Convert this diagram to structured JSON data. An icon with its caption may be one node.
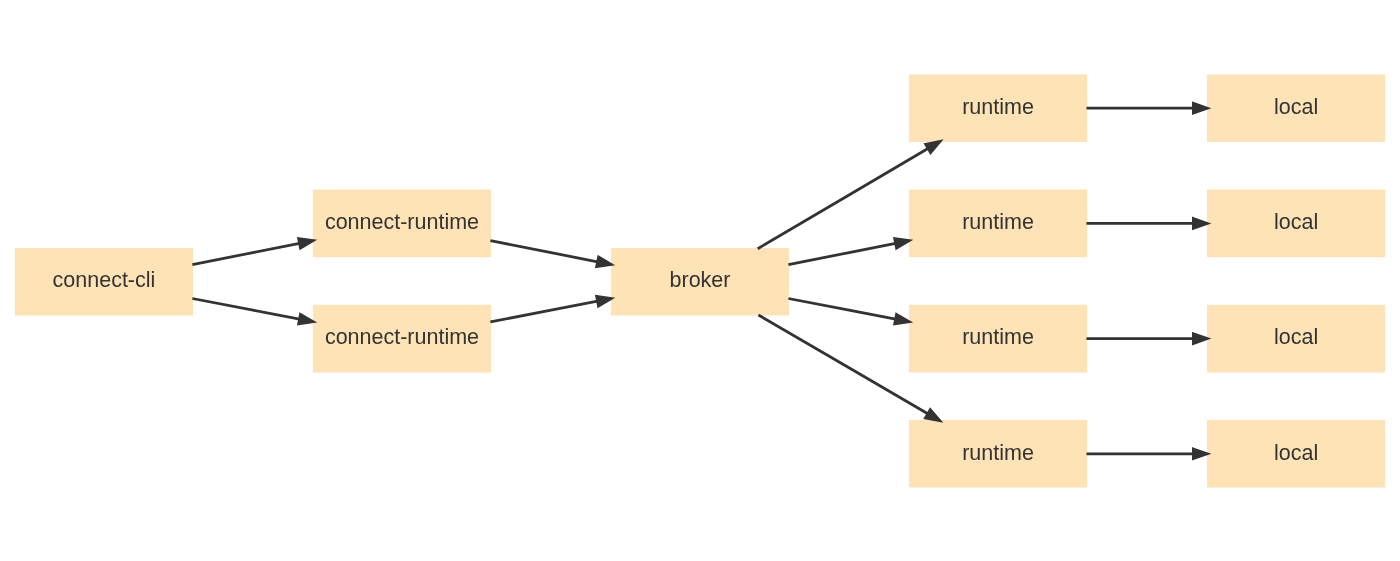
{
  "diagram": {
    "nodes": [
      {
        "text": [
          "connect-cli"
        ]
      },
      {
        "text": [
          "connect-runtime"
        ]
      },
      {
        "text": [
          "connect-runtime"
        ]
      },
      {
        "text": [
          "broker"
        ]
      },
      {
        "text": [
          "runtime"
        ]
      },
      {
        "text": [
          "runtime"
        ]
      },
      {
        "text": [
          "runtime"
        ]
      },
      {
        "text": [
          "runtime"
        ]
      },
      {
        "text": [
          "local"
        ]
      },
      {
        "text": [
          "local"
        ]
      },
      {
        "text": [
          "local"
        ]
      },
      {
        "text": [
          "local"
        ]
      }
    ],
    "edges": [
      {
        "from": 0,
        "to": 1,
        "arrow": "to"
      },
      {
        "from": 0,
        "to": 2,
        "arrow": "to"
      },
      {
        "from": 1,
        "to": 3,
        "arrow": "to"
      },
      {
        "from": 2,
        "to": 3,
        "arrow": "to"
      },
      {
        "from": 3,
        "to": 4,
        "arrow": "to"
      },
      {
        "from": 3,
        "to": 5,
        "arrow": "to"
      },
      {
        "from": 3,
        "to": 6,
        "arrow": "to"
      },
      {
        "from": 3,
        "to": 7,
        "arrow": "to"
      },
      {
        "from": 4,
        "to": 8,
        "arrow": "to"
      },
      {
        "from": 5,
        "to": 9,
        "arrow": "to"
      },
      {
        "from": 6,
        "to": 10,
        "arrow": "to"
      },
      {
        "from": 7,
        "to": 11,
        "arrow": "to"
      }
    ]
  }
}
